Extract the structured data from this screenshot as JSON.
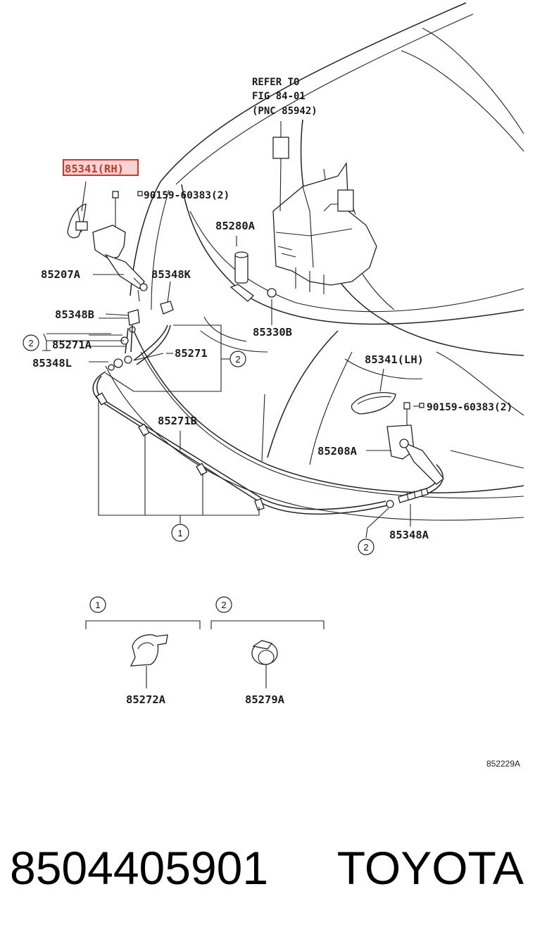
{
  "diagram": {
    "refer": {
      "line1": "REFER TO",
      "line2": "FIG 84-01",
      "line3": "(PNC 85942)"
    },
    "labels": {
      "p85341_rh": "85341(RH)",
      "bolt_rh": "90159-60383(2)",
      "p85280A": "85280A",
      "p85207A": "85207A",
      "p85348K": "85348K",
      "p85348B": "85348B",
      "p85330B": "85330B",
      "p85271A": "85271A",
      "p85271": "85271",
      "p85348L": "85348L",
      "p85341_lh": "85341(LH)",
      "bolt_lh": "90159-60383(2)",
      "p85271B": "85271B",
      "p85208A": "85208A",
      "p85348A": "85348A",
      "p85272A": "85272A",
      "p85279A": "85279A"
    },
    "callouts": {
      "one": "1",
      "two": "2"
    },
    "figure_code": "852229A",
    "highlighted_part": "85341(RH)",
    "highlight_color": "#e0302c"
  },
  "footer": {
    "part_number": "8504405901",
    "brand": "TOYOTA"
  }
}
